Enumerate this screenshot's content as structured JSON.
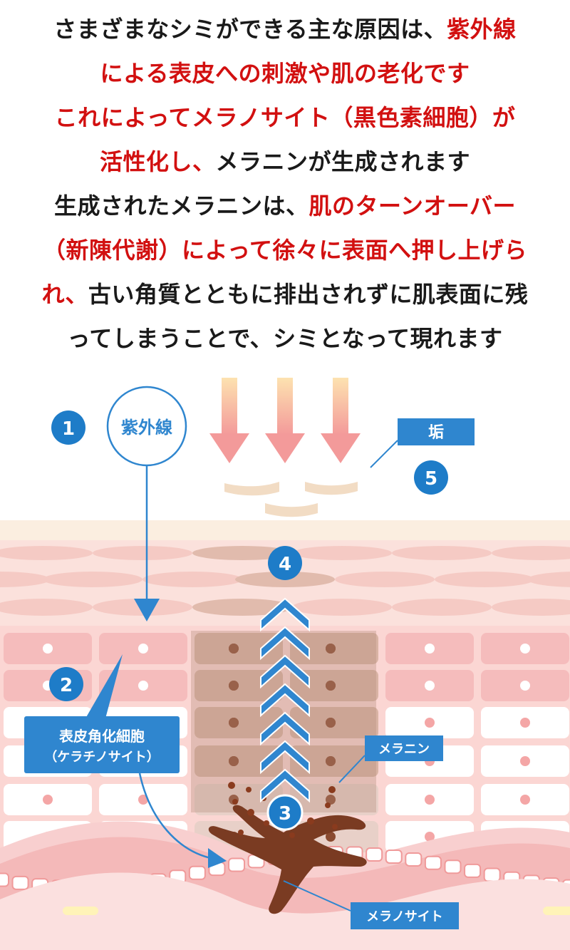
{
  "intro": {
    "line1": {
      "a": "さまざまなシミができる主な原因は、",
      "b": "紫外線"
    },
    "line2": {
      "a": "による表皮への刺激や肌の老化です"
    },
    "line3": {
      "a": "これによってメラノサイト（黒色素細胞）が"
    },
    "line4": {
      "a": "活性化し、",
      "b": "メラニンが生成されます"
    },
    "line5": {
      "a": "生成されたメラニンは、",
      "b": "肌のターンオーバー"
    },
    "line6": {
      "a": "（新陳代謝）によって徐々に表面へ押し上げら"
    },
    "line7": {
      "a": "れ、",
      "b": "古い角質とともに排出されずに肌表面に残"
    },
    "line8": {
      "a": "ってしまうことで、シミとなって現れます"
    }
  },
  "diagram": {
    "uv_label": "紫外線",
    "aka_label": "垢",
    "keratinocyte_label_1": "表皮角化細胞",
    "keratinocyte_label_2": "（ケラチノサイト）",
    "melanin_label": "メラニン",
    "melanocyte_label": "メラノサイト",
    "steps": [
      "1",
      "2",
      "3",
      "4",
      "5"
    ]
  },
  "colors": {
    "red_text": "#d21010",
    "blue_badge": "#1e7cc8",
    "label_blue": "#2f86cf",
    "skin_pink": "#f6bcbc",
    "melanocyte_brown": "#7a3b22"
  }
}
